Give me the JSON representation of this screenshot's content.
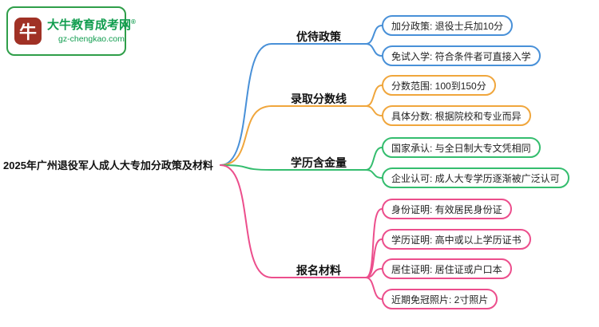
{
  "logo": {
    "icon_char": "牛",
    "title": "大牛教育成考网",
    "reg": "®",
    "url": "gz-chengkao.com",
    "green": "#119d4f"
  },
  "root": {
    "title": "2025年广州退役军人成人大专加分政策及材料"
  },
  "branches": [
    {
      "label": "优待政策",
      "color": "#4890d8",
      "children": [
        {
          "text": "加分政策: 退役士兵加10分"
        },
        {
          "text": "免试入学: 符合条件者可直接入学"
        }
      ]
    },
    {
      "label": "录取分数线",
      "color": "#f0a63c",
      "children": [
        {
          "text": "分数范围: 100到150分"
        },
        {
          "text": "具体分数: 根据院校和专业而异"
        }
      ]
    },
    {
      "label": "学历含金量",
      "color": "#34bd6e",
      "children": [
        {
          "text": "国家承认: 与全日制大专文凭相同"
        },
        {
          "text": "企业认可: 成人大专学历逐渐被广泛认可"
        }
      ]
    },
    {
      "label": "报名材料",
      "color": "#ec4e8c",
      "children": [
        {
          "text": "身份证明: 有效居民身份证"
        },
        {
          "text": "学历证明: 高中或以上学历证书"
        },
        {
          "text": "居住证明: 居住证或户口本"
        },
        {
          "text": "近期免冠照片: 2寸照片"
        }
      ]
    }
  ]
}
